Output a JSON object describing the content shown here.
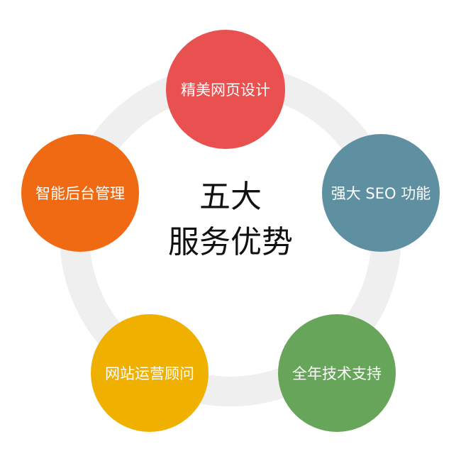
{
  "diagram": {
    "title_line1": "五大",
    "title_line2": "服务优势",
    "ring_color": "#efefef",
    "nodes": [
      {
        "label": "精美网页设计",
        "color": "#e95050"
      },
      {
        "label": "强大 SEO 功能",
        "color": "#5f90a2"
      },
      {
        "label": "全年技术支持",
        "color": "#67a55a"
      },
      {
        "label": "网站运营顾问",
        "color": "#f0b000"
      },
      {
        "label": "智能后台管理",
        "color": "#ef6a12"
      }
    ]
  }
}
